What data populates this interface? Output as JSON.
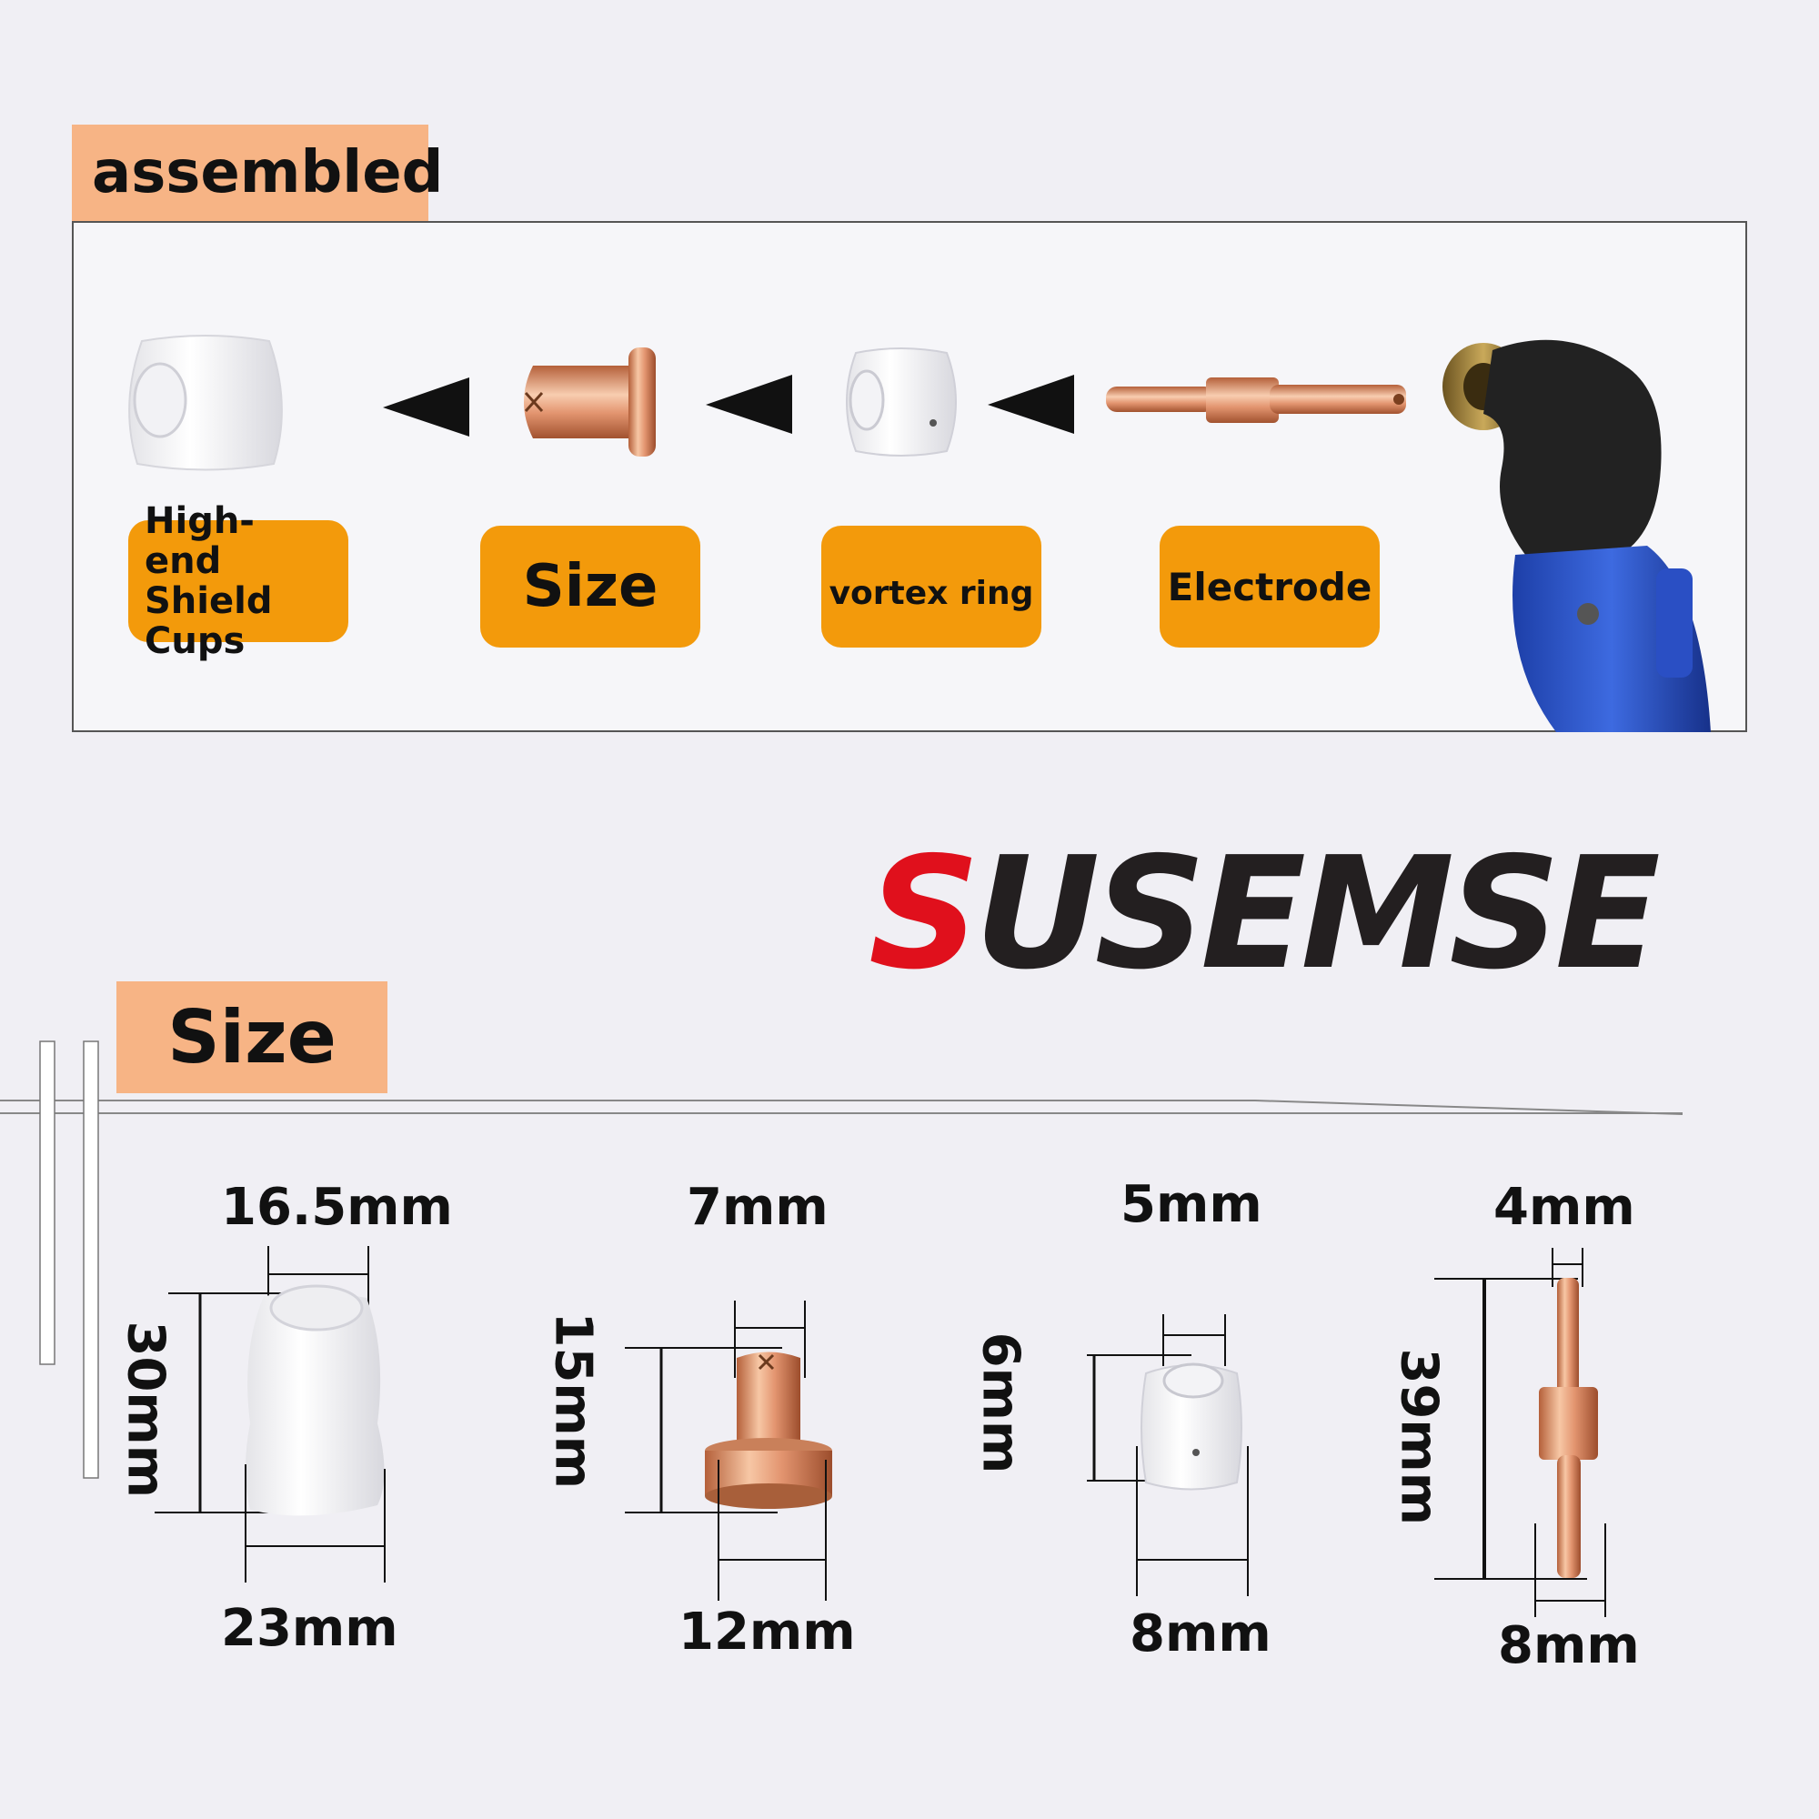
{
  "assembled_section": {
    "title": "assembled",
    "labels": {
      "shield_cup": "High-end Shield Cups",
      "tip": "Size",
      "vortex_ring": "vortex ring",
      "electrode": "Electrode"
    }
  },
  "brand": {
    "initial": "S",
    "rest": "USEMSE",
    "initial_color": "#e0101c",
    "rest_color": "#231f20"
  },
  "size_section": {
    "title": "Size",
    "shield_cup": {
      "width_top": "16.5mm",
      "height": "30mm",
      "width_bottom": "23mm"
    },
    "tip": {
      "width_top": "7mm",
      "height": "15mm",
      "width_bottom": "12mm"
    },
    "vortex_ring": {
      "width_top": "5mm",
      "height": "6mm",
      "width_bottom": "8mm"
    },
    "electrode": {
      "width_top": "4mm",
      "height": "39mm",
      "width_bottom": "8mm"
    }
  },
  "colors": {
    "tag_bg": "#f7b485",
    "pill_bg": "#f39a0b",
    "copper": "#e0906a",
    "ceramic": "#f7f7f7"
  }
}
